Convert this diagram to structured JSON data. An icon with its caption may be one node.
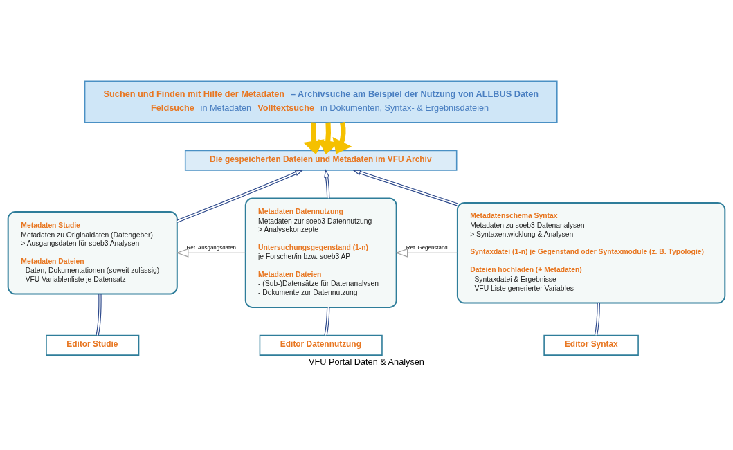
{
  "diagram": {
    "caption": "VFU Portal Daten & Analysen",
    "nodes": [
      {
        "text": [
          "Suchen und Finden mit Hilfe der Metadaten",
          "– Archivsuche am Beispiel der Nutzung von ALLBUS Daten",
          "Feldsuche",
          "in Metadaten",
          "Volltextsuche",
          "in Dokumenten, Syntax- & Ergebnisdateien"
        ]
      },
      {
        "text": [
          "Die gespeicherten Dateien und Metadaten im VFU Archiv"
        ]
      },
      {
        "text": [
          "Metadaten Studie",
          "Metadaten zu Originaldaten (Datengeber)",
          "> Ausgangsdaten für soeb3 Analysen",
          "Metadaten Dateien",
          "- Daten, Dokumentationen (soweit zulässig)",
          "- VFU Variablenliste je Datensatz"
        ]
      },
      {
        "text": [
          "Metadaten Datennutzung",
          "Metadaten zur soeb3 Datennutzung",
          "> Analysekonzepte",
          "Untersuchungsgegenstand (1-n)",
          "je Forscher/in bzw. soeb3 AP",
          "Metadaten Dateien",
          "- (Sub-)Datensätze für Datenanalysen",
          "- Dokumente zur Datennutzung"
        ]
      },
      {
        "text": [
          "Metadatenschema Syntax",
          "Metadaten zu soeb3 Datenanalysen",
          "> Syntaxentwicklung & Analysen",
          "Syntaxdatei (1-n) je Gegenstand oder Syntaxmodule (z. B. Typologie)",
          "Dateien hochladen (+ Metadaten)",
          "- Syntaxdatei & Ergebnisse",
          "- VFU Liste generierter Variables"
        ]
      },
      {
        "text": [
          "Editor Studie"
        ]
      },
      {
        "text": [
          "Editor Datennutzung"
        ]
      },
      {
        "text": [
          "Editor Syntax"
        ]
      }
    ],
    "edges": [
      {
        "from": 0,
        "to": 1,
        "arrow": "to",
        "style": "thick",
        "color": "#f5c000"
      },
      {
        "from": 0,
        "to": 1,
        "arrow": "to",
        "style": "thick",
        "color": "#f5c000"
      },
      {
        "from": 0,
        "to": 1,
        "arrow": "to",
        "style": "thick",
        "color": "#f5c000"
      },
      {
        "from": 2,
        "to": 1,
        "arrow": "to"
      },
      {
        "from": 3,
        "to": 1,
        "arrow": "to"
      },
      {
        "from": 4,
        "to": 1,
        "arrow": "to"
      },
      {
        "from": 3,
        "to": 2,
        "arrow": "to",
        "label": "Ref. Ausgangsdaten",
        "color": "#a0a0a0"
      },
      {
        "from": 4,
        "to": 3,
        "arrow": "to",
        "label": "Ref. Gegenstand",
        "color": "#a0a0a0"
      },
      {
        "from": 5,
        "to": 2,
        "arrow": "none"
      },
      {
        "from": 6,
        "to": 3,
        "arrow": "none"
      },
      {
        "from": 7,
        "to": 4,
        "arrow": "none"
      }
    ]
  }
}
